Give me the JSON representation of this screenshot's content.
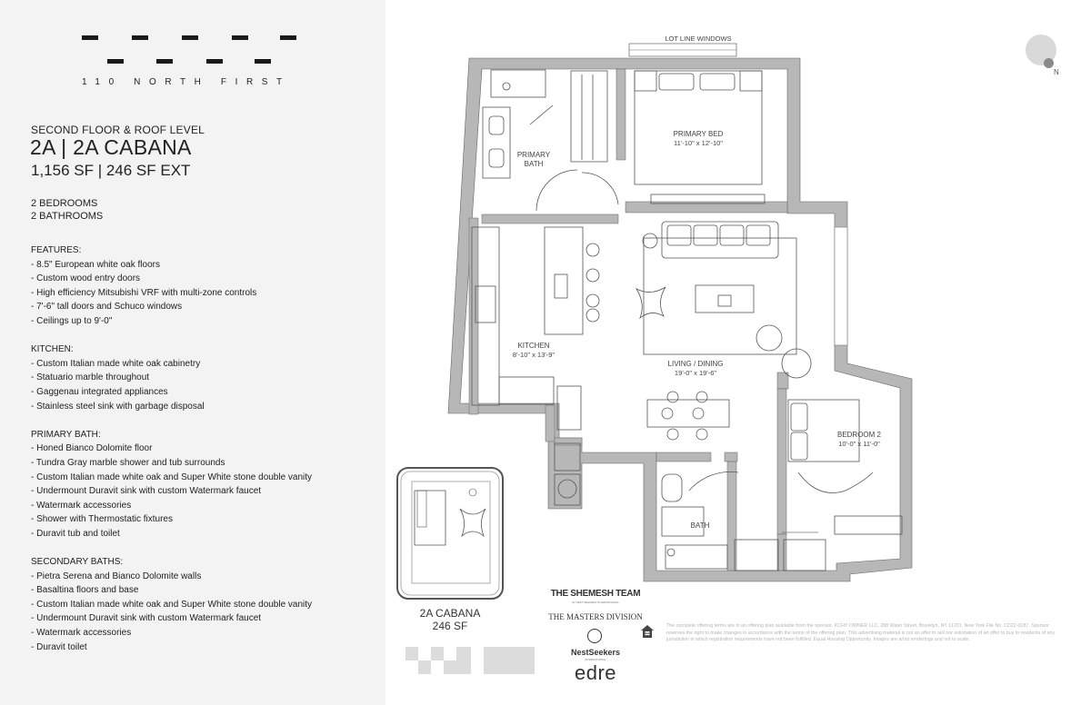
{
  "brand": {
    "logo_text": "110 NORTH FIRST"
  },
  "unit": {
    "floor_level": "SECOND FLOOR & ROOF LEVEL",
    "title": "2A | 2A CABANA",
    "size": "1,156 SF | 246 SF EXT",
    "bedrooms": "2 BEDROOMS",
    "bathrooms": "2 BATHROOMS"
  },
  "sections": [
    {
      "heading": "FEATURES:",
      "items": [
        "- 8.5\" European white oak floors",
        "- Custom wood entry doors",
        "- High efficiency Mitsubishi VRF with multi-zone controls",
        "- 7'-6\" tall doors and Schuco windows",
        "- Ceilings up to 9'-0\""
      ]
    },
    {
      "heading": "KITCHEN:",
      "items": [
        "- Custom Italian made white oak cabinetry",
        "- Statuario marble throughout",
        "- Gaggenau integrated appliances",
        "- Stainless steel sink with garbage disposal"
      ]
    },
    {
      "heading": "PRIMARY BATH:",
      "items": [
        "- Honed Bianco Dolomite floor",
        "- Tundra Gray marble shower and tub surrounds",
        "- Custom Italian made white oak and Super White stone double vanity",
        "- Undermount Duravit sink with custom Watermark faucet",
        "- Watermark accessories",
        "- Shower with Thermostatic fixtures",
        "- Duravit tub and toilet"
      ]
    },
    {
      "heading": "SECONDARY BATHS:",
      "items": [
        "- Pietra Serena and Bianco Dolomite walls",
        "- Basaltina floors and base",
        "- Custom Italian made white oak and Super White stone double vanity",
        "- Undermount Duravit sink with custom Watermark faucet",
        "- Watermark accessories",
        "- Duravit toilet"
      ]
    }
  ],
  "plan": {
    "lot_line": "LOT LINE WINDOWS",
    "primary_bath": [
      "PRIMARY",
      "BATH"
    ],
    "primary_bed": [
      "PRIMARY BED",
      "11'-10\" x 12'-10\""
    ],
    "kitchen": [
      "KITCHEN",
      "8'-10\" x 13'-9\""
    ],
    "living": [
      "LIVING / DINING",
      "19'-0\" x 19'-6\""
    ],
    "bedroom2": [
      "BEDROOM 2",
      "10'-0\" x 11'-0\""
    ],
    "bath": "BATH",
    "compass": "N"
  },
  "cabana": {
    "name": "2A CABANA",
    "size": "246 SF"
  },
  "credits": {
    "shemesh": "THE SHEMESH TEAM",
    "shemesh_sub": "AT NEST SEEKERS INTERNATIONAL",
    "masters": "THE MASTERS DIVISION",
    "nest": "NestSeekers",
    "nest_sub": "INTERNATIONAL",
    "edre": "edre"
  },
  "disclaimer": "The complete offering terms are in an offering plan available from the sponsor. KCHY OWNER LLC, 288 Water Street, Brooklyn, NY 11201. New York File No. CD22-0187. Sponsor reserves the right to make changes in accordance with the terms of the offering plan. This advertising material is not an offer to sell nor solicitation of an offer to buy to residents of any jurisdiction in which registration requirements have not been fulfilled. Equal Housing Opportunity. Images are artist renderings and not to scale.",
  "colors": {
    "wall": "#b7b7b7",
    "line": "#555555",
    "sidebar": "#f3f3f3"
  }
}
